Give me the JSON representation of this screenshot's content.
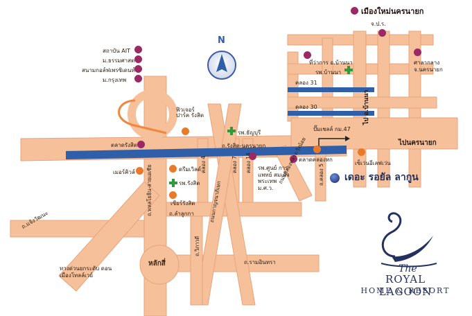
{
  "map": {
    "compass": {
      "letter": "N"
    },
    "colors": {
      "road": "#f5c09a",
      "road_edge": "#e7a47c",
      "canal": "#2f5fa8",
      "landmark_dot": "#9b2a63",
      "orange_dot": "#e87a2a",
      "hospital": "#2e9a3b",
      "brand": "#24305e",
      "highway": "#f0873f"
    },
    "labels": {
      "new_town": "เมืองใหม่นครนายก",
      "ait": "สถาบัน AIT",
      "thammasat": "ม.ธรรมศาสตร์",
      "golf": "สนามกอล์ฟเพรซิเดนท์",
      "krungthep": "ม.กรุงเทพ",
      "future_park": "ฟิวเจอร์ปาร์ค รังสิต",
      "thanyaburi_hospital": "รพ.ธัญบุรี",
      "rangsit_market": "ตลาดรังสิต",
      "merchant": "เมอร์คิวล์",
      "dreamworld": "ดรีมเวิลด์",
      "rangsit_hospital": "รพ.รังสิต",
      "zeer": "เซียร์รังสิต",
      "lam_luk_ka_road": "ถ.ลำลูกกา",
      "rangsit_nakhonnayok_road": "ถ.รังสิต-นครนายก",
      "phahonyothin_road": "ถ.พหลโยธิน-สายเอเชีย",
      "chaengwattana_road": "ถ.แจ้งวัฒนะ",
      "klong4": "คลอง 4",
      "klong7": "คลอง 7",
      "klong14": "คลอง 14",
      "sports_center": "รพ.ศูนย์ การแพทย์ สมเด็จพระเทพ ม.ศ.ว.",
      "klonghok_market": "ตลาดคลองหก",
      "wangnoi_road": "ถนนคลองหลวง-วังน้อย",
      "klong5_road": "ถ.คลอง 5",
      "klong31": "คลอง 31",
      "klong30": "คลอง 30",
      "bannaa_hospital": "รพ.บ้านนา",
      "bannaa_district": "ที่ว่าการ อ.บ้านนา",
      "bannaa_road": "ไป อ.บ้านนา",
      "nakhonnayok_road": "ไปนครนายก",
      "nakhonnayok_hall": "ศาลากลาง จ.นครนายก",
      "post": "จ.ป.ร.",
      "pump_km47": "ปั๊มเชลล์ กม.47",
      "seven": "เซ็เว่นอีเลฟเว่น",
      "royal_lagoon_thai": "เดอะ รอยัล ลากูน",
      "lak_si": "หลักสี่",
      "ram_intra_road": "ถ.รามอินทรา",
      "don_mueang_tollway": "ทางด่วนยกระดับ ดอนเมืองโทลล์เวย์",
      "vibhavadi_road": "ถ.วิภาวดี",
      "kanchanaphisek_road": "ถนนกาญจนาภิเษก"
    },
    "brand": {
      "script": "The",
      "name": "ROYAL LAGOON",
      "tagline": "HOME & RESORT"
    }
  }
}
